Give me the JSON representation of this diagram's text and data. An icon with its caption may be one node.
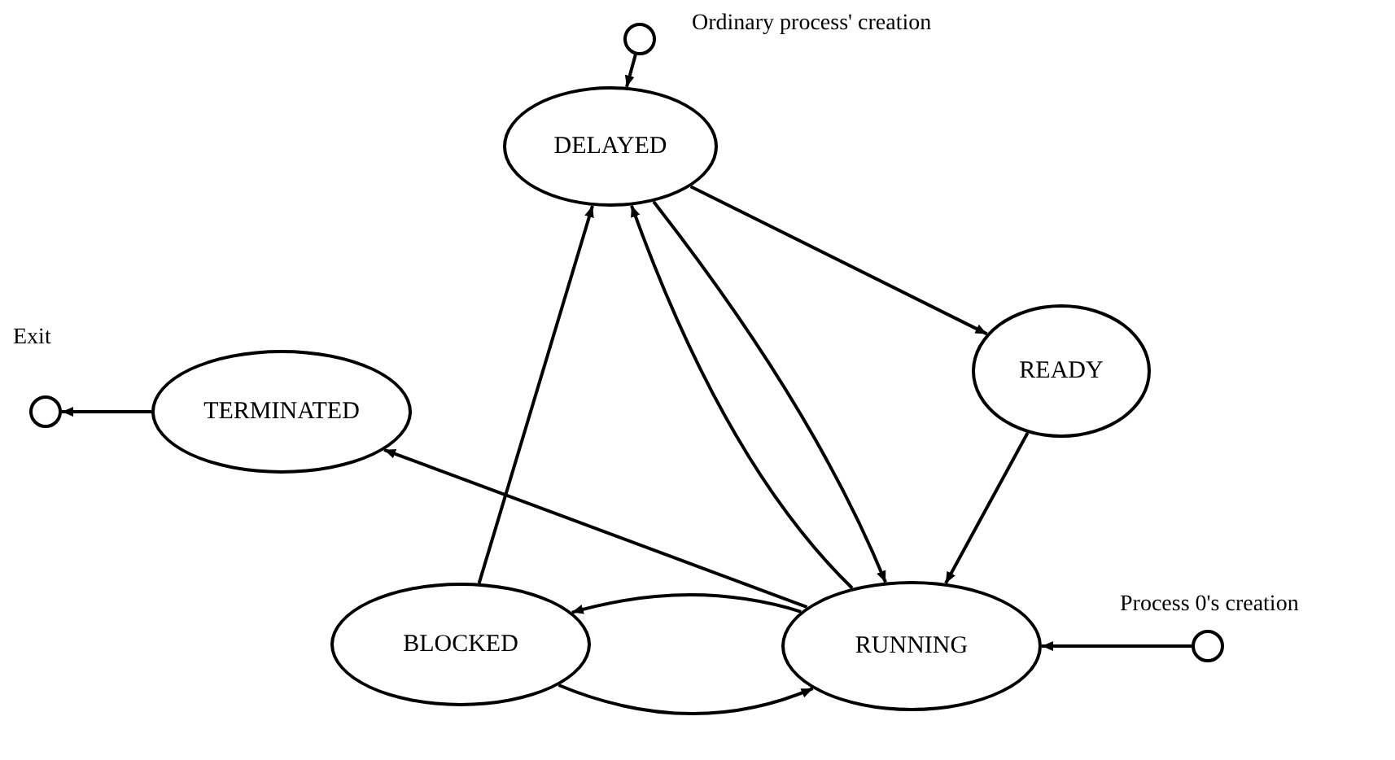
{
  "diagram": {
    "nodes": [
      {
        "text": [],
        "shape": "circle",
        "beside": [
          "Ordinary process' creation"
        ]
      },
      {
        "text": [
          "DELAYED"
        ]
      },
      {
        "text": [],
        "shape": "circle",
        "beside": [
          "Exit"
        ]
      },
      {
        "text": [
          "TERMINATED"
        ]
      },
      {
        "text": [
          "READY"
        ]
      },
      {
        "text": [
          "BLOCKED"
        ]
      },
      {
        "text": [
          "RUNNING"
        ]
      },
      {
        "text": [],
        "shape": "circle",
        "beside": [
          "Process 0's creation"
        ]
      }
    ],
    "edges": [
      {
        "from": 0,
        "to": 1,
        "arrow": "to"
      },
      {
        "from": 1,
        "to": 4,
        "arrow": "to"
      },
      {
        "from": 4,
        "to": 6,
        "arrow": "to"
      },
      {
        "from": 1,
        "to": 6,
        "arrow": "to"
      },
      {
        "from": 6,
        "to": 1,
        "arrow": "to"
      },
      {
        "from": 5,
        "to": 1,
        "arrow": "to"
      },
      {
        "from": 6,
        "to": 3,
        "arrow": "to"
      },
      {
        "from": 3,
        "to": 2,
        "arrow": "to"
      },
      {
        "from": 6,
        "to": 5,
        "arrow": "to"
      },
      {
        "from": 5,
        "to": 6,
        "arrow": "to"
      },
      {
        "from": 7,
        "to": 6,
        "arrow": "to"
      }
    ]
  }
}
